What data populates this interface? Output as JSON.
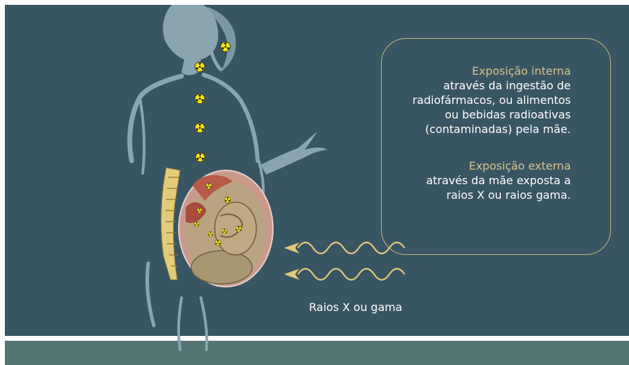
{
  "internal": {
    "title": "Exposição interna",
    "lines": [
      "através da ingestão de",
      "radiofármacos, ou alimentos",
      "ou bebidas radioativas",
      "(contaminadas) pela mãe."
    ]
  },
  "external": {
    "title": "Exposição externa",
    "lines": [
      "através da mãe exposta a",
      "raios X ou raios gama."
    ]
  },
  "rays_caption": "Raios X ou gama",
  "colors": {
    "panel": "#385564",
    "footer_band": "#547474",
    "accent_gold": "#d7c38a",
    "silhouette": "#8aa5b0",
    "radiation_yellow": "#f2e31a"
  },
  "icons": [
    "radiation-symbol-icon",
    "wavy-ray-arrow-icon"
  ]
}
